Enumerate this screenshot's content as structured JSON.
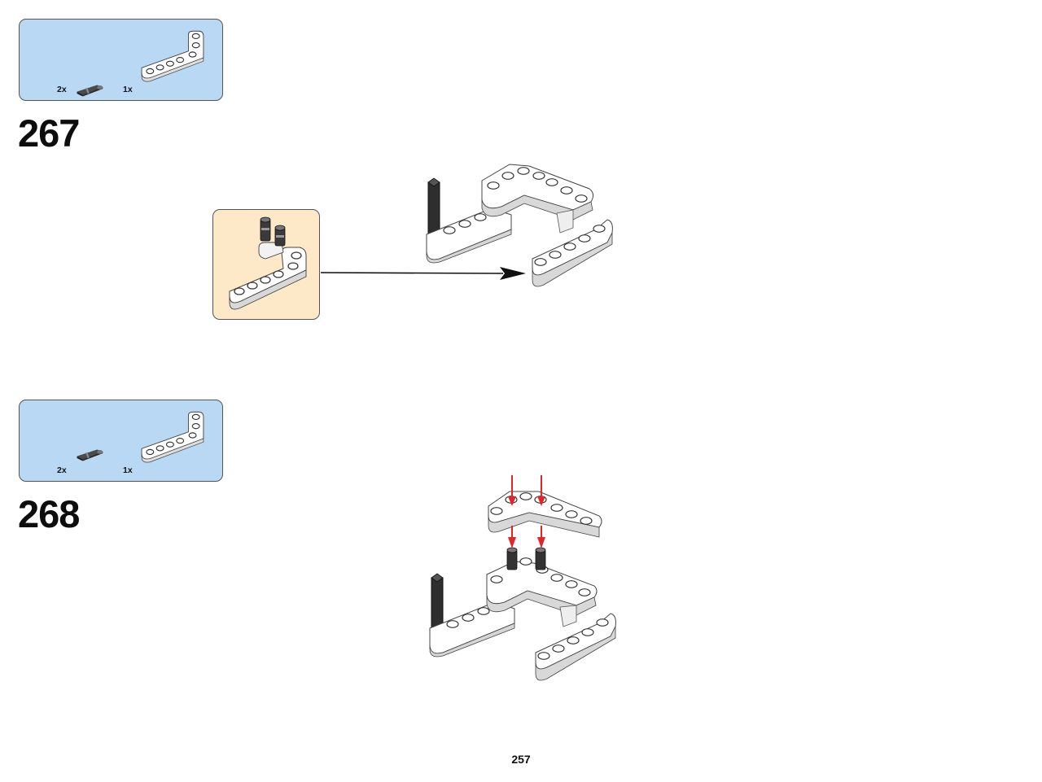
{
  "steps": [
    {
      "number": "267",
      "parts": [
        {
          "icon": "connector-pin-icon",
          "qty": "2x"
        },
        {
          "icon": "l-beam-icon",
          "qty": "1x"
        }
      ]
    },
    {
      "number": "268",
      "parts": [
        {
          "icon": "connector-pin-icon",
          "qty": "2x"
        },
        {
          "icon": "l-beam-icon",
          "qty": "1x"
        }
      ]
    }
  ],
  "page_number": "257",
  "colors": {
    "parts_box_bg": "#b8d8f4",
    "subassembly_box_bg": "#fde9c8",
    "insertion_arrow": "#e0262a"
  }
}
